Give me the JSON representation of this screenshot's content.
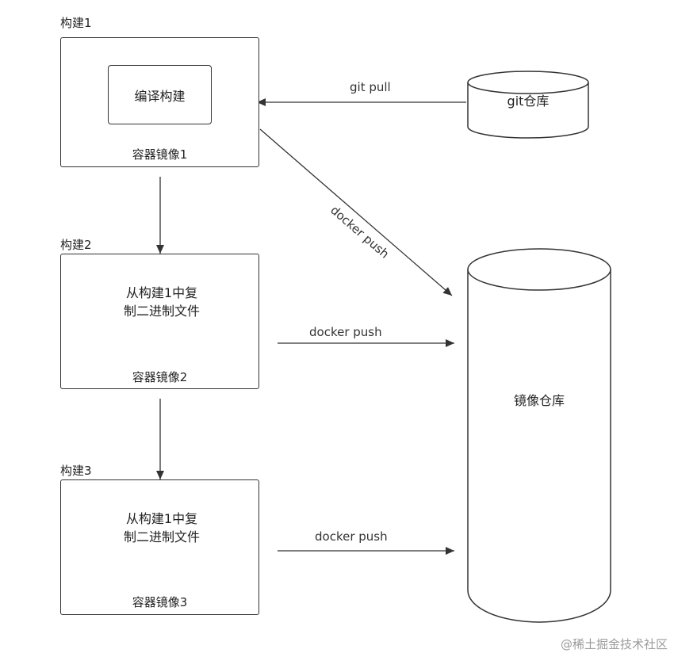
{
  "builds": [
    {
      "label": "构建1",
      "inner": "编译构建",
      "caption": "容器镜像1"
    },
    {
      "label": "构建2",
      "inner_lines": [
        "从构建1中复",
        "制二进制文件"
      ],
      "caption": "容器镜像2"
    },
    {
      "label": "构建3",
      "inner_lines": [
        "从构建1中复",
        "制二进制文件"
      ],
      "caption": "容器镜像3"
    }
  ],
  "git_repo": {
    "label": "git仓库"
  },
  "image_repo": {
    "label": "镜像仓库"
  },
  "edges": {
    "git_pull": "git pull",
    "push1": "docker push",
    "push2": "docker push",
    "push3": "docker push"
  },
  "watermark": "@稀土掘金技术社区"
}
